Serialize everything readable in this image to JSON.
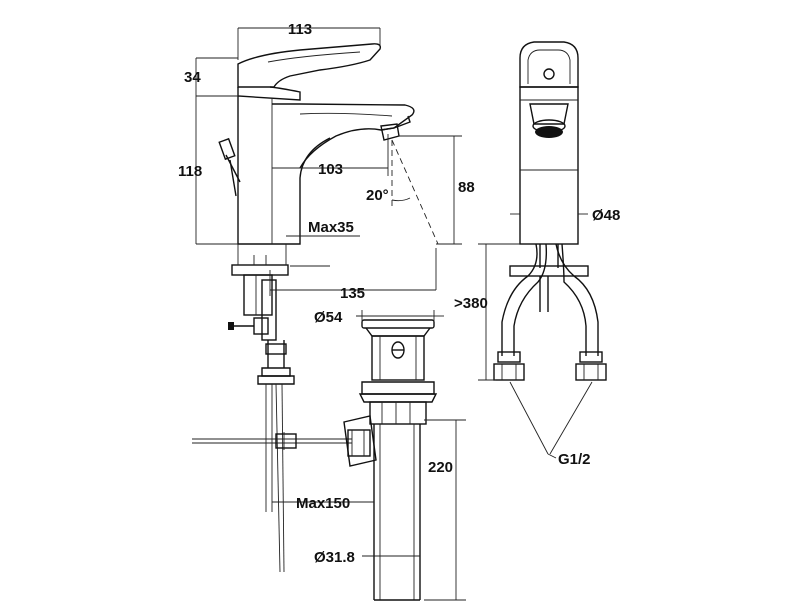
{
  "dimensions": {
    "width_113": "113",
    "height_34": "34",
    "height_118": "118",
    "reach_103": "103",
    "angle_20": "20°",
    "spout_88": "88",
    "max_35": "Max35",
    "reach_135": "135",
    "diameter_54": "Ø54",
    "diameter_48": "Ø48",
    "hose_380": ">380",
    "drain_220": "220",
    "max_150": "Max150",
    "diameter_31_8": "Ø31.8",
    "thread_g12": "G1/2"
  },
  "colors": {
    "line": "#111111",
    "background": "#ffffff"
  }
}
